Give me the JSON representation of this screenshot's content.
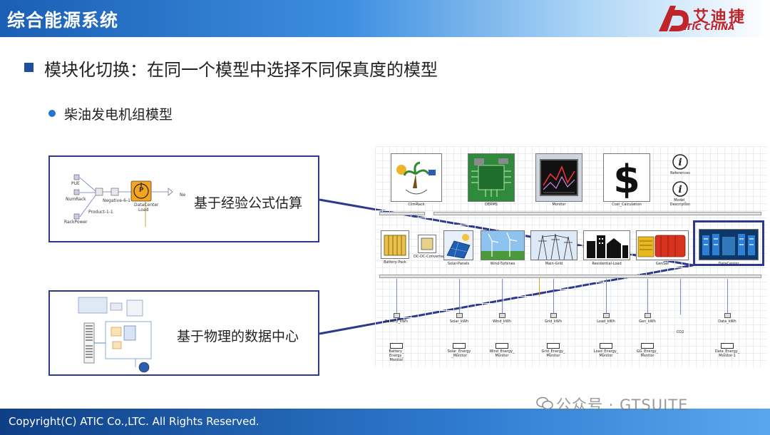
{
  "header": {
    "title": "综合能源系统",
    "logo_cn": "艾迪捷",
    "logo_en": "ATIC CHINA",
    "logo_color": "#c0242b"
  },
  "content": {
    "heading": "模块化切换：在同一个模型中选择不同保真度的模型",
    "subheading": "柴油发电机组模型",
    "box1_label": "基于经验公式估算",
    "box2_label": "基于物理的数据中心"
  },
  "box1_diagram": {
    "pue": "PUE",
    "num_rack": "NumRack",
    "rack_power": "RackPower",
    "negative": "Negative-6-1",
    "product": "Product-1-1",
    "load_line1": "DataCenter",
    "load_line2": "Load",
    "load_symbol": "P",
    "out": "Ne"
  },
  "model": {
    "top_row": [
      {
        "label": "ClimRack"
      },
      {
        "label": "DERMS"
      },
      {
        "label": "Monitor"
      },
      {
        "label": "Cost_Calculation"
      }
    ],
    "info_top": "References",
    "info_bottom_1": "Model_",
    "info_bottom_2": "Description",
    "middle_row": [
      {
        "label": "Battery-Pack"
      },
      {
        "label": "DC-DC-Converter"
      },
      {
        "label": "Solar-Panels"
      },
      {
        "label": "Wind-Turbines"
      },
      {
        "label": "Main-Grid"
      },
      {
        "label": "Residential-Load"
      },
      {
        "label": "GenSet"
      },
      {
        "label": "DataCenter"
      }
    ],
    "sensors": [
      {
        "kw": "Battery_kWh",
        "mon_1": "Battery_",
        "mon_2": "Energy_",
        "mon_3": "Monitor"
      },
      {
        "kw": "Solar_kWh",
        "mon_1": "Solar_Energy",
        "mon_2": "_Monitor",
        "mon_3": ""
      },
      {
        "kw": "Wind_kWh",
        "mon_1": "Wind_Energy_",
        "mon_2": "Monitor",
        "mon_3": ""
      },
      {
        "kw": "Grid_kWh",
        "mon_1": "Grid_Energy_",
        "mon_2": "Monitor",
        "mon_3": ""
      },
      {
        "kw": "Load_kWh",
        "mon_1": "Load_Energy_",
        "mon_2": "Monitor",
        "mon_3": ""
      },
      {
        "kw": "Gen_kWh",
        "mon_1": "GG_Energy_",
        "mon_2": "Monitor",
        "mon_3": ""
      },
      {
        "kw": "CO2",
        "mon_1": "",
        "mon_2": "",
        "mon_3": ""
      },
      {
        "kw": "Data_kWh",
        "mon_1": "Data_Energy_",
        "mon_2": "Monitor-1",
        "mon_3": ""
      }
    ]
  },
  "footer": {
    "copyright": "Copyright(C) ATIC Co.,LTC. All Rights Reserved."
  },
  "watermark": "公众号 · GTSUITE"
}
